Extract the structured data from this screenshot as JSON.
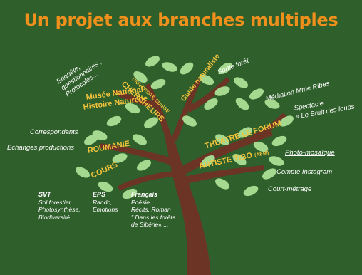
{
  "title": "Un projet aux branches multiples",
  "colors": {
    "background": "#2f5f2b",
    "title": "#f0901c",
    "branch_label": "#f2c43c",
    "trunk": "#6b3425",
    "leaf": "#a5d98f",
    "text": "#ffffff"
  },
  "branches": {
    "chercheurs": "CHERCHEURS",
    "universite": "UNIVERSITÉ SUISSE",
    "guide": "Guide naturaliste",
    "musee_1": "Musée National",
    "musee_2": "Histoire Naturelle",
    "roumanie": "ROUMANIE",
    "cours": "COURS",
    "theatre": "THÉATRE LE FORUM",
    "artiste": "ARTISTE TIBO",
    "artiste_sub": "(AEM)"
  },
  "activities": {
    "enquete": "Enquête, questionnaires , Protocoles...",
    "sortie": "Sortie forêt",
    "mediation": "Médiation Mme Ribes",
    "spectacle_1": "Spectacle",
    "spectacle_2": "« Le Bruit des loups",
    "correspondants": "Correspondants",
    "echanges": "Echanges productions",
    "photo": "Photo-mosaïque",
    "instagram": "Compte Instagram",
    "court": "Court-métrage"
  },
  "subjects": {
    "svt": {
      "heading": "SVT",
      "lines": [
        "Sol forestier,",
        "Photosynthèse,",
        "Biodiversité"
      ]
    },
    "eps": {
      "heading": "EPS",
      "lines": [
        "Rando,",
        "Emotions"
      ]
    },
    "francais": {
      "heading": "Français",
      "lines": [
        "Poésie,",
        "Récits, Roman",
        "\" Dans les forêts",
        "de Sibérie« ..."
      ]
    }
  }
}
